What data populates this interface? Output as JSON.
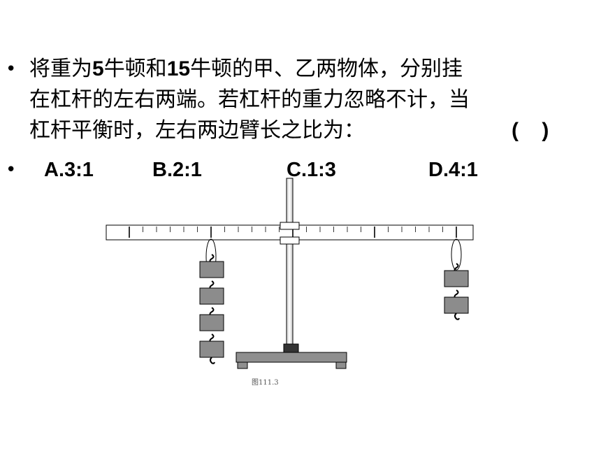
{
  "question": {
    "bullet": "•",
    "line1_a": "将重为",
    "line1_b": "5",
    "line1_c": "牛顿和",
    "line1_d": "15",
    "line1_e": "牛顿的甲、乙两物体，分别挂",
    "line2": "在杠杆的左右两端。若杠杆的重力忽略不计，当",
    "line3": "杠杆平衡时，左右两边臂长之比为：",
    "blank": "(    )"
  },
  "options": {
    "bullet": "•",
    "a": "A.3:1",
    "b": "B.2:1",
    "c": "C.1:3",
    "d": "D.4:1"
  },
  "figure": {
    "caption": "图111.3",
    "left_weight_count": 4,
    "right_weight_count": 2,
    "colors": {
      "weight_fill": "#8c8c8c",
      "base_fill": "#8f8f8f",
      "pivot_block": "#333333",
      "stroke": "#000000"
    }
  }
}
